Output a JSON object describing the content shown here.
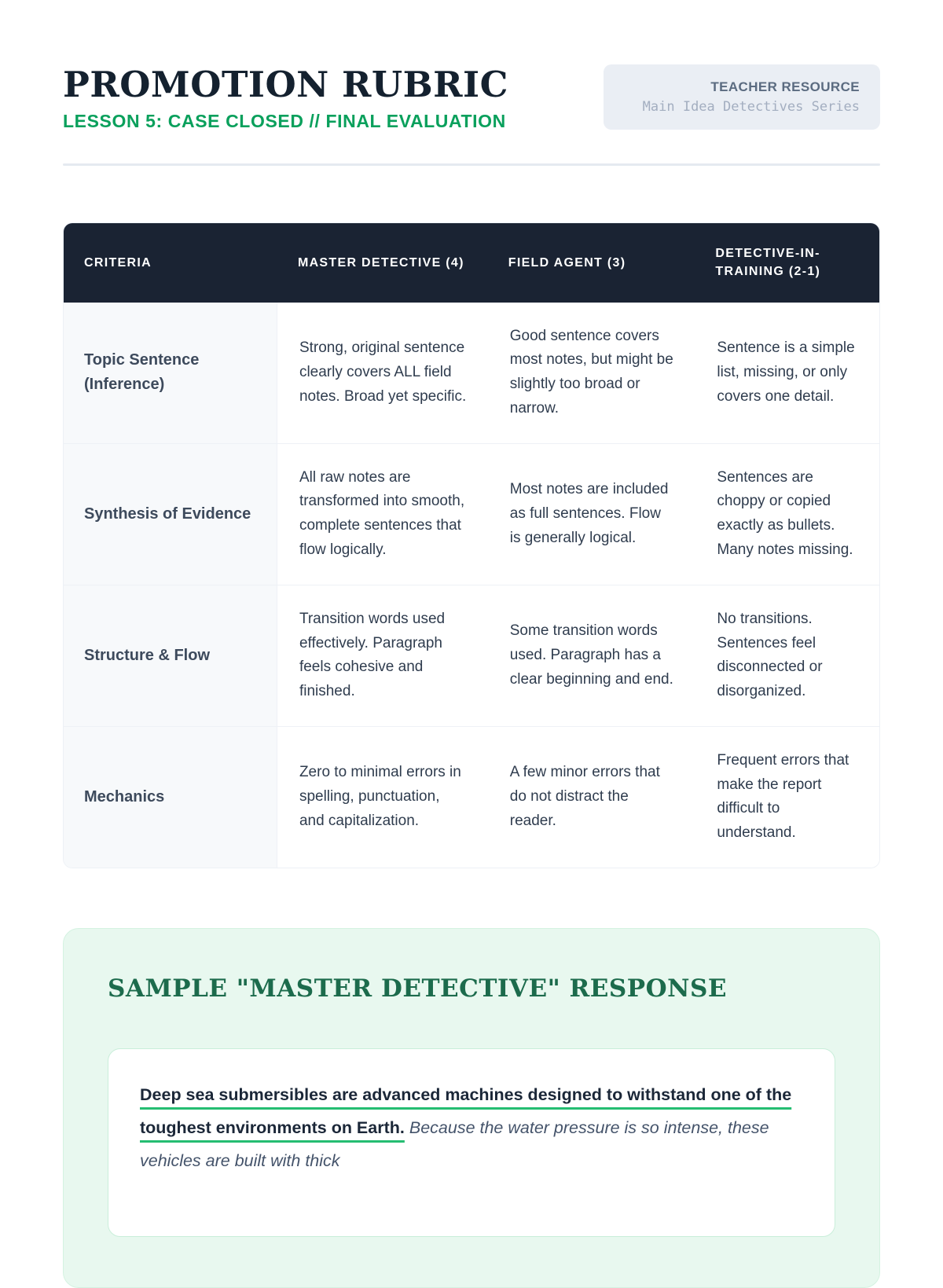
{
  "header": {
    "title": "PROMOTION RUBRIC",
    "subtitle": "LESSON 5: CASE CLOSED // FINAL EVALUATION",
    "resource_tag": {
      "line1": "TEACHER RESOURCE",
      "line2": "Main Idea Detectives Series"
    }
  },
  "rubric_table": {
    "columns": [
      "CRITERIA",
      "MASTER DETECTIVE (4)",
      "FIELD AGENT (3)",
      "DETECTIVE-IN-TRAINING (2-1)"
    ],
    "rows": [
      {
        "criteria": "Topic Sentence (Inference)",
        "cells": [
          "Strong, original sentence clearly covers ALL field notes. Broad yet specific.",
          "Good sentence covers most notes, but might be slightly too broad or narrow.",
          "Sentence is a simple list, missing, or only covers one detail."
        ]
      },
      {
        "criteria": "Synthesis of Evidence",
        "cells": [
          "All raw notes are transformed into smooth, complete sentences that flow logically.",
          "Most notes are included as full sentences. Flow is generally logical.",
          "Sentences are choppy or copied exactly as bullets. Many notes missing."
        ]
      },
      {
        "criteria": "Structure & Flow",
        "cells": [
          "Transition words used effectively. Paragraph feels cohesive and finished.",
          "Some transition words used. Paragraph has a clear beginning and end.",
          "No transitions. Sentences feel disconnected or disorganized."
        ]
      },
      {
        "criteria": "Mechanics",
        "cells": [
          "Zero to minimal errors in spelling, punctuation, and capitalization.",
          "A few minor errors that do not distract the reader.",
          "Frequent errors that make the report difficult to understand."
        ]
      }
    ]
  },
  "sample_section": {
    "heading": "SAMPLE \"MASTER DETECTIVE\" RESPONSE",
    "topic_sentence": "Deep sea submersibles are advanced machines designed to withstand one of the toughest environments on Earth.",
    "continuation": "Because the water pressure is so intense, these vehicles are built with thick"
  },
  "colors": {
    "header_navy": "#1a2333",
    "accent_green": "#0aa05c",
    "underline_green": "#25bd72",
    "heading_green": "#1c6b4c",
    "mint_background": "#e8f8ef",
    "badge_background": "#eaeef4"
  }
}
